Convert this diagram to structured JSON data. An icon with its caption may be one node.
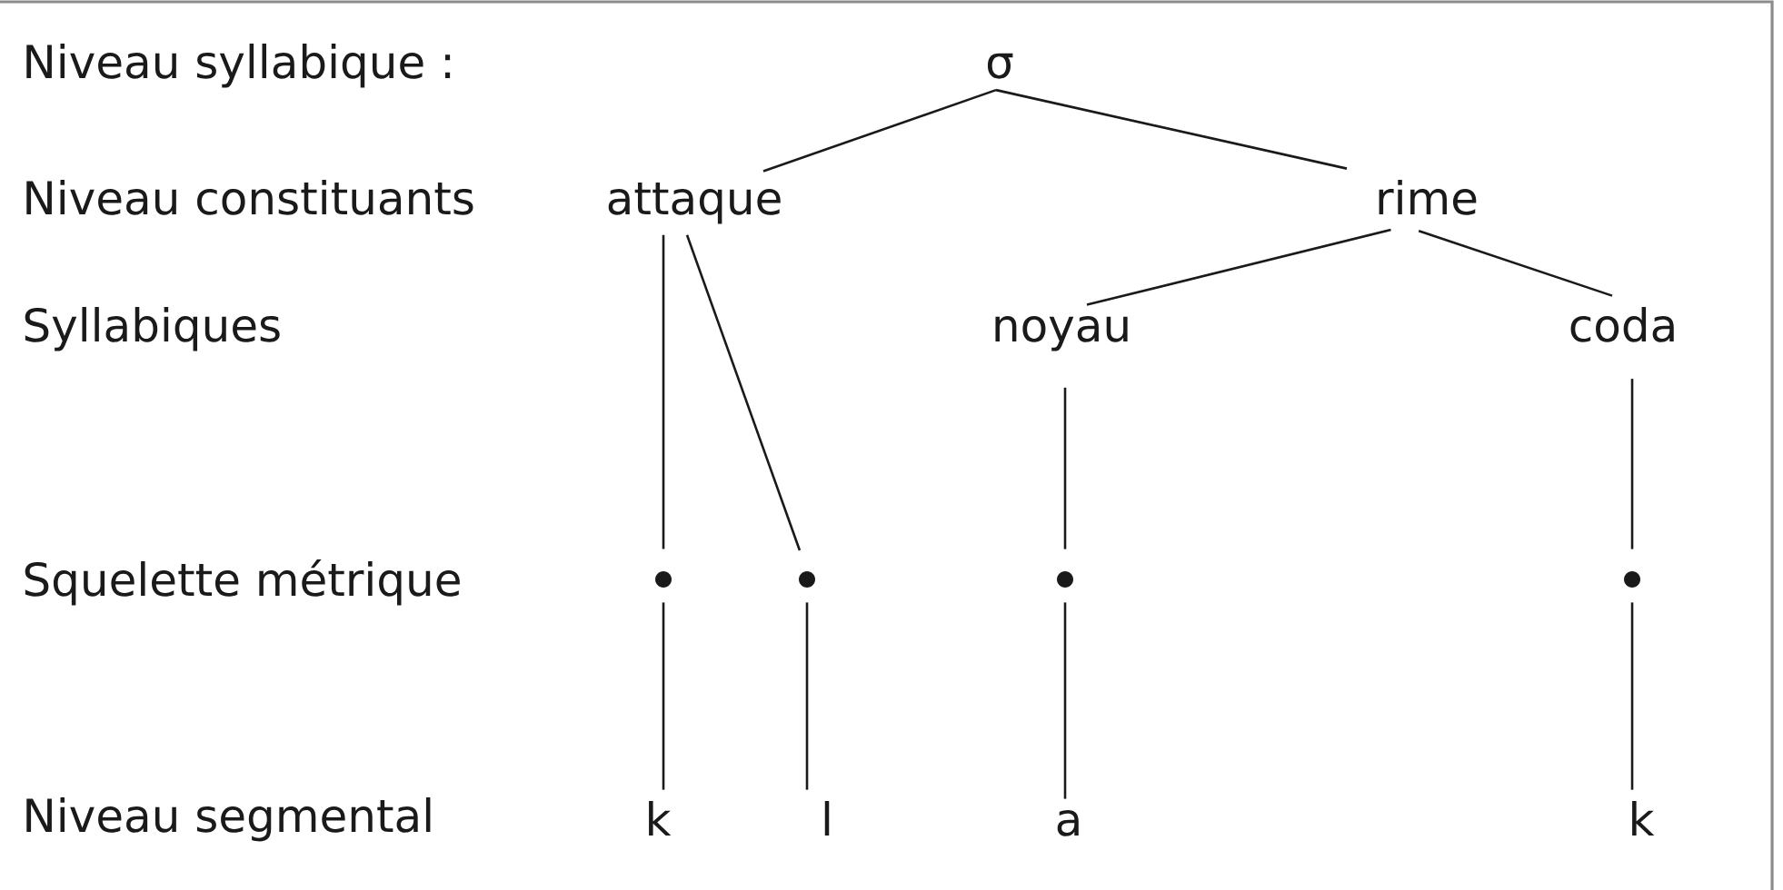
{
  "diagram": {
    "nodes": [
      {
        "text": [
          "σ"
        ]
      },
      {
        "text": [
          "attaque"
        ]
      },
      {
        "text": [
          "rime"
        ]
      },
      {
        "text": [
          "noyau"
        ]
      },
      {
        "text": [
          "coda"
        ]
      },
      {
        "text": [],
        "shape": "circle"
      },
      {
        "text": [],
        "shape": "circle"
      },
      {
        "text": [],
        "shape": "circle"
      },
      {
        "text": [],
        "shape": "circle"
      },
      {
        "text": [
          "k"
        ]
      },
      {
        "text": [
          "l"
        ]
      },
      {
        "text": [
          "a"
        ]
      },
      {
        "text": [
          "k"
        ]
      }
    ],
    "edges": [
      {
        "from": 0,
        "to": 1,
        "arrow": "none"
      },
      {
        "from": 0,
        "to": 2,
        "arrow": "none"
      },
      {
        "from": 1,
        "to": 5,
        "arrow": "none"
      },
      {
        "from": 1,
        "to": 6,
        "arrow": "none"
      },
      {
        "from": 2,
        "to": 3,
        "arrow": "none"
      },
      {
        "from": 2,
        "to": 4,
        "arrow": "none"
      },
      {
        "from": 3,
        "to": 7,
        "arrow": "none"
      },
      {
        "from": 4,
        "to": 8,
        "arrow": "none"
      },
      {
        "from": 5,
        "to": 9,
        "arrow": "none"
      },
      {
        "from": 6,
        "to": 10,
        "arrow": "none"
      },
      {
        "from": 7,
        "to": 11,
        "arrow": "none"
      },
      {
        "from": 8,
        "to": 12,
        "arrow": "none"
      }
    ],
    "labels": [
      "Niveau syllabique :",
      "Niveau constituants",
      "Syllabiques",
      "Squelette métrique",
      "Niveau segmental"
    ]
  }
}
